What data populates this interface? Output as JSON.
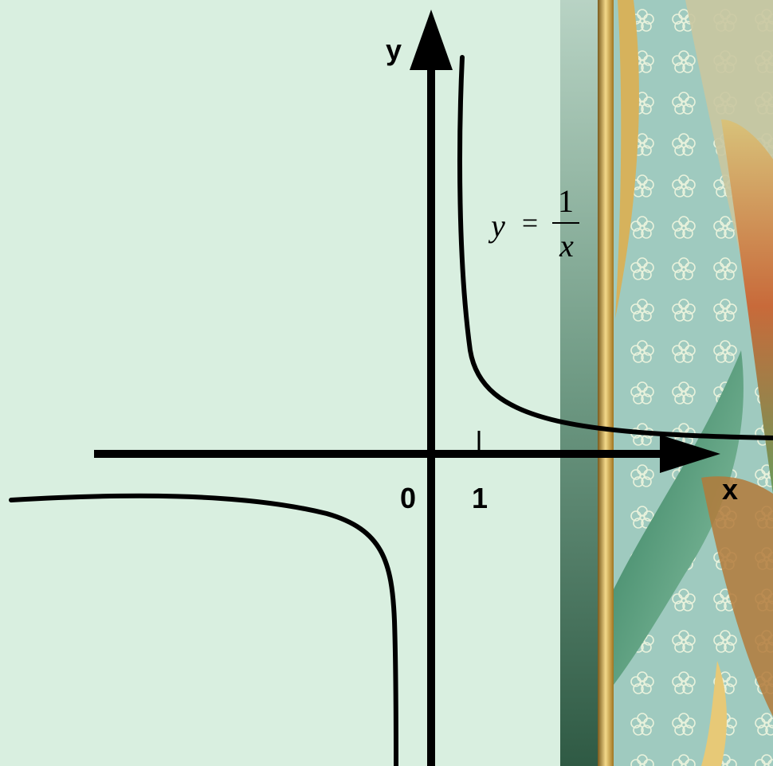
{
  "axes": {
    "x_label": "x",
    "y_label": "y",
    "origin_label": "0",
    "tick_label": "1"
  },
  "formula": {
    "lhs": "y",
    "equals": "=",
    "numerator": "1",
    "denominator": "x"
  },
  "curve": {
    "function": "reciprocal",
    "branches": [
      "first-quadrant",
      "third-quadrant"
    ]
  },
  "colors": {
    "background": "#d9efe0",
    "ink": "#000000",
    "border_band": "#4a7a60",
    "gold_trim": "#c89a3a",
    "wallpaper": "#9cc9bd"
  },
  "decoration": {
    "right_panel": "floral-wallpaper-with-ribbons"
  }
}
